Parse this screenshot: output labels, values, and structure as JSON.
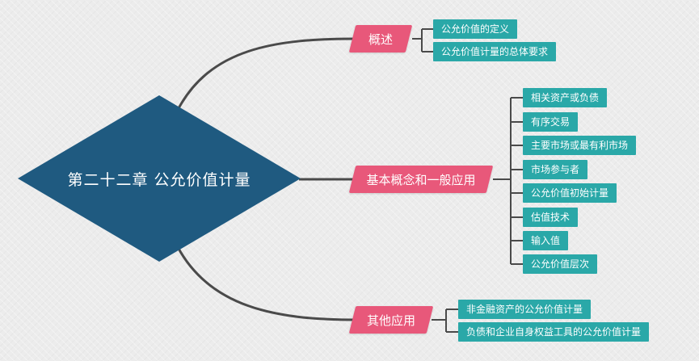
{
  "root": {
    "label": "第二十二章  公允价值计量",
    "color": "#1f5a80"
  },
  "colors": {
    "branch": "#e8587a",
    "leaf": "#2aa8a8",
    "line": "#4a4a4a"
  },
  "branches": [
    {
      "label": "概述",
      "items": [
        "公允价值的定义",
        "公允价值计量的总体要求"
      ]
    },
    {
      "label": "基本概念和一般应用",
      "items": [
        "相关资产或负债",
        "有序交易",
        "主要市场或最有利市场",
        "市场参与者",
        "公允价值初始计量",
        "估值技术",
        "输入值",
        "公允价值层次"
      ]
    },
    {
      "label": "其他应用",
      "items": [
        "非金融资产的公允价值计量",
        "负债和企业自身权益工具的公允价值计量"
      ]
    }
  ]
}
